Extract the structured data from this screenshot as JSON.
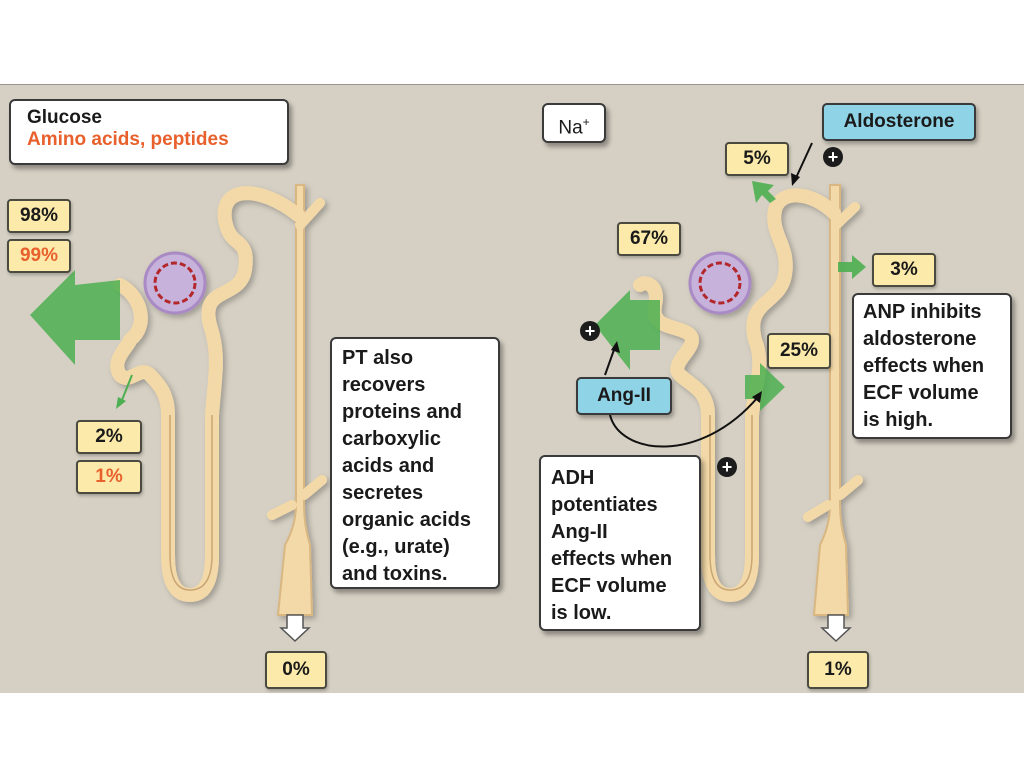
{
  "left_panel": {
    "legend": {
      "line1": "Glucose",
      "line2": "Amino acids, peptides",
      "line1_color": "#1a1a1a",
      "line2_color": "#e8602c"
    },
    "proximal_reabsorption": {
      "glucose": "98%",
      "amino_acids": "99%"
    },
    "loop_reabsorption": {
      "glucose": "2%",
      "amino_acids": "1%"
    },
    "excreted": "0%",
    "note": [
      "PT also",
      "recovers",
      "proteins and",
      "carboxylic",
      "acids and",
      "secretes",
      "organic acids",
      "(e.g., urate)",
      "and toxins."
    ]
  },
  "right_panel": {
    "solute_label": "Na",
    "solute_charge": "+",
    "hormones": {
      "aldosterone": "Aldosterone",
      "ang2": "Ang-II"
    },
    "percentages": {
      "proximal": "67%",
      "loop": "25%",
      "distal": "5%",
      "collecting": "3%",
      "excreted": "1%"
    },
    "anp_note": [
      "ANP inhibits",
      "aldosterone",
      "effects when",
      "ECF volume",
      "is high."
    ],
    "adh_note": [
      "ADH",
      "potentiates",
      "Ang-II",
      "effects when",
      "ECF volume",
      "is low."
    ],
    "stimulation_symbol": "+"
  },
  "colors": {
    "background": "#d6d0c4",
    "tubule": "#f3d9a8",
    "reabsorption_arrow": "#4caf50",
    "percent_box": "#fbeaaa",
    "hormone_box": "#8fd3e6",
    "glomerulus_capsule": "#a98ac4",
    "capillary": "#b3262a"
  }
}
